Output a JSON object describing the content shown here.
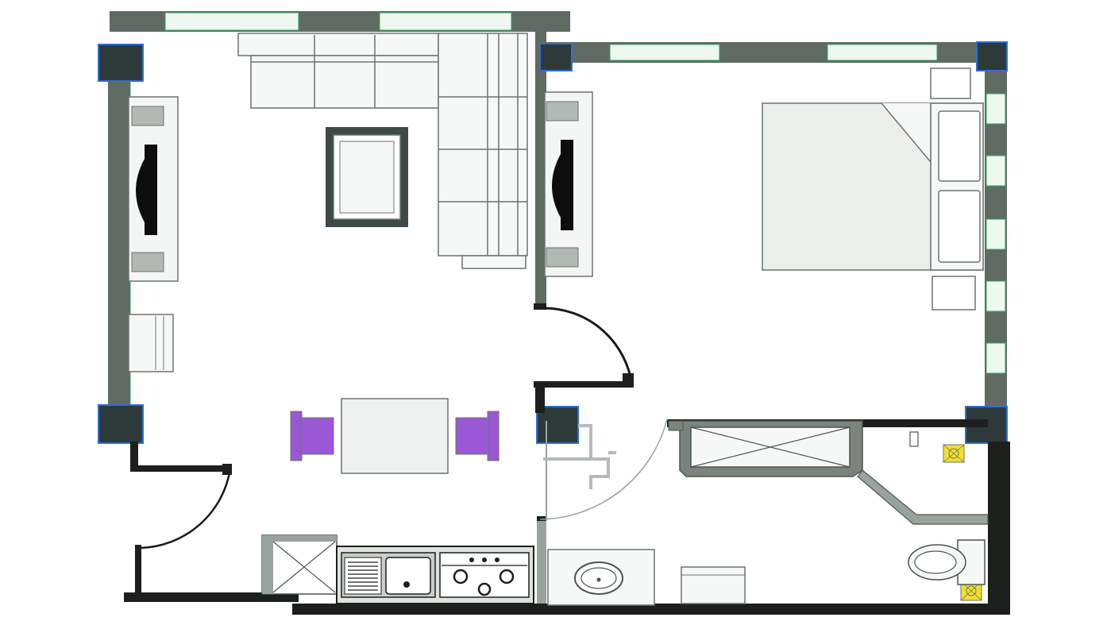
{
  "plan": {
    "rooms": [
      "living-room",
      "bedroom",
      "bathroom",
      "kitchen",
      "entry"
    ],
    "colors": {
      "wall": "#5f6b62",
      "wall_dark": "#1c1f1c",
      "window_glass": "#eef7f0",
      "window_edge": "#2fa55b",
      "column_fill": "#2e3a3a",
      "column_edge": "#2f6fd6",
      "floor_bg": "#ffffff",
      "furniture_fill": "#f6f8f7",
      "furniture_line": "#6c746f",
      "tv_black": "#0d0d0d",
      "chair_purple": "#9a57d6",
      "rug_border": "#3e4a45",
      "door_arc": "#1a1a1a",
      "door_arc_light": "#9aa29d",
      "drain_yellow": "#f1df2c"
    }
  }
}
